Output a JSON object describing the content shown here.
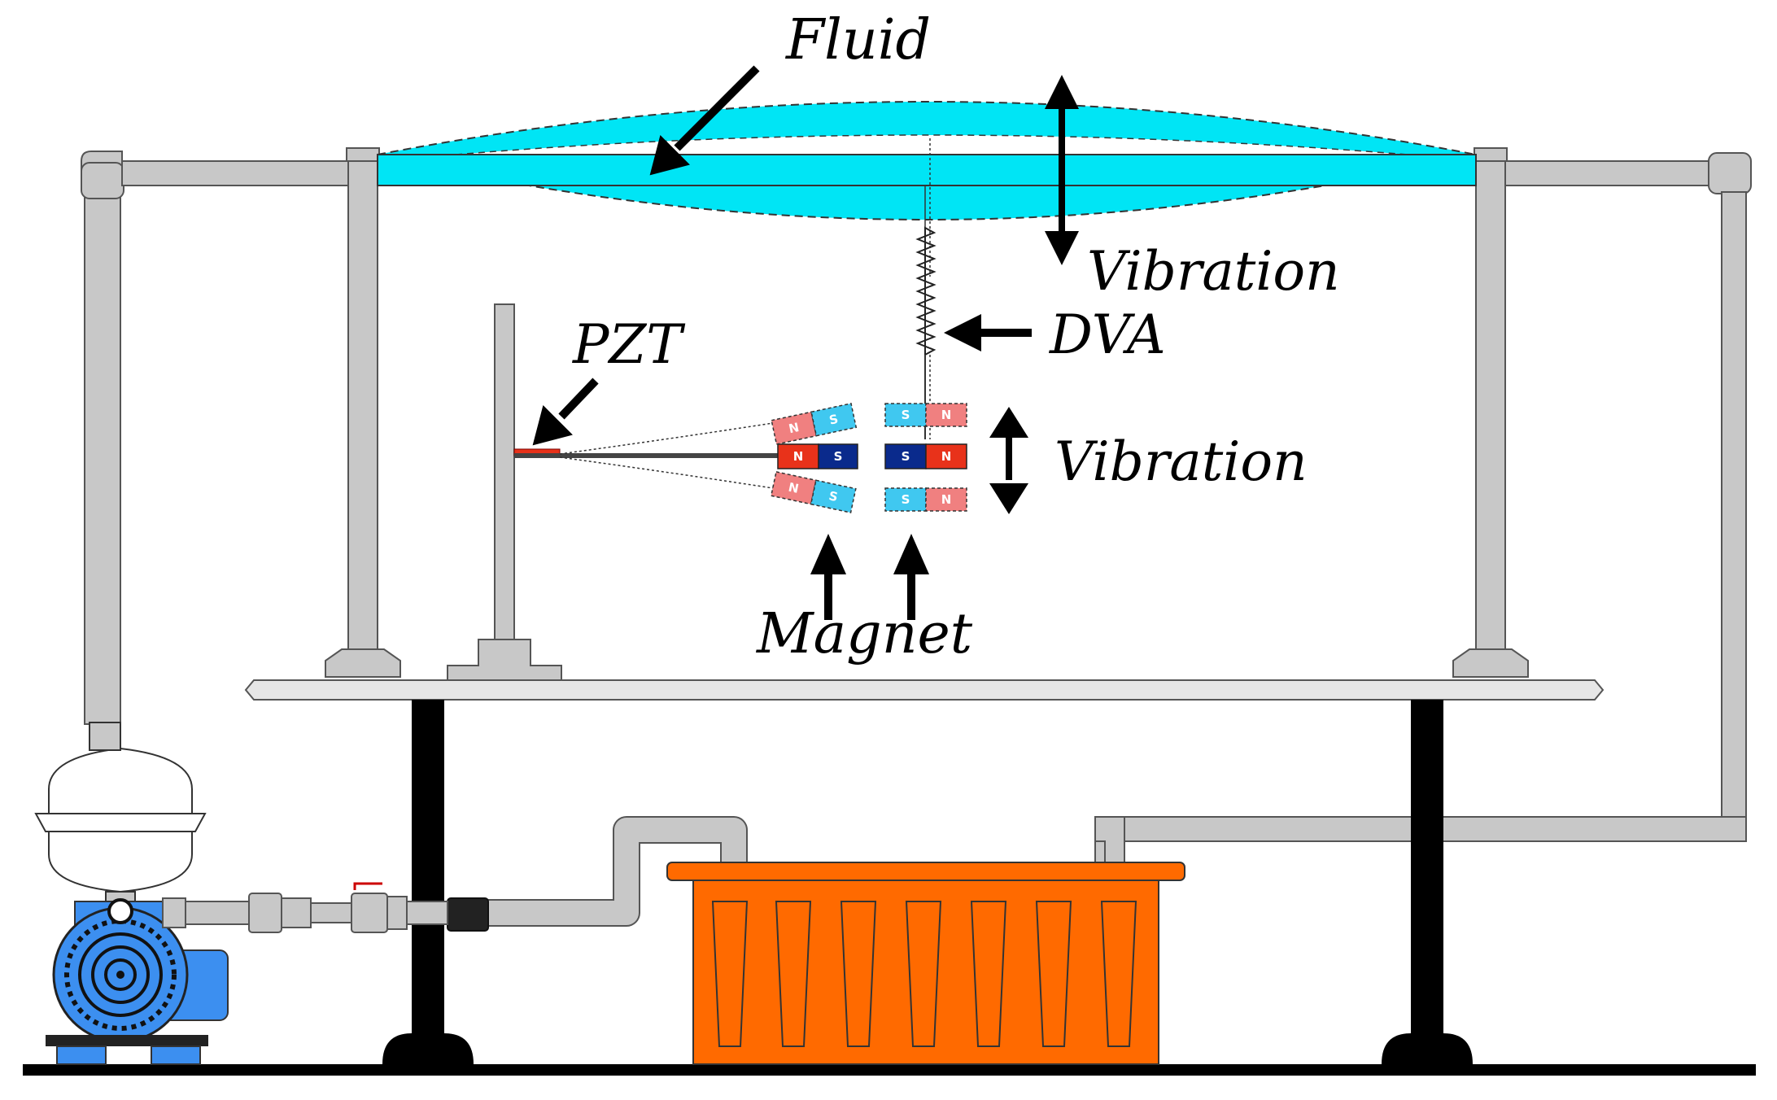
{
  "labels": {
    "fluid": "Fluid",
    "vibration_top": "Vibration",
    "dva": "DVA",
    "pzt": "PZT",
    "vibration_mid": "Vibration",
    "magnet": "Magnet"
  },
  "magnet_letters": {
    "n": "N",
    "s": "S"
  },
  "colors": {
    "fluid": "#00e5f5",
    "pipe": "#c8c8c8",
    "pump": "#3c8ff0",
    "tank": "#ff6a00",
    "magnet_red": "#e8321a",
    "magnet_blue": "#0a2a8c",
    "magnet_light_red": "#f08080",
    "magnet_light_blue": "#40c8f0",
    "support": "#000000"
  }
}
